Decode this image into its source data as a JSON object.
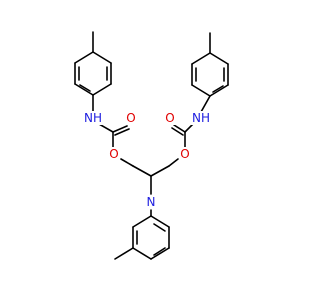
{
  "structure": {
    "atom_labels": {
      "nh_left": "NH",
      "nh_right": "NH",
      "o_carbonyl_left": "O",
      "o_carbonyl_right": "O",
      "o_ester_left": "O",
      "o_ester_right": "O",
      "n_center": "N"
    },
    "colors": {
      "bond": "#000000",
      "nitrogen": "#2020e0",
      "oxygen": "#e00000"
    }
  }
}
